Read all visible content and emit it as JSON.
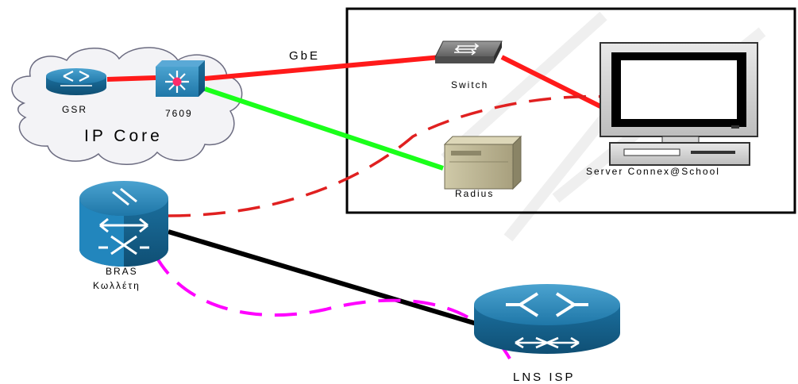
{
  "labels": {
    "gsr": "GSR",
    "c7609": "7609",
    "ip_core": "IP Core",
    "gbe": "GbE",
    "switch": "Switch",
    "radius": "Radius",
    "server": "Server Connex@School",
    "bras_line1": "BRAS",
    "bras_line2": "Κωλλέτη",
    "lns": "LNS ISP"
  },
  "icons": {
    "gsr": "router-icon",
    "c7609": "layer3-switch-icon",
    "switch": "workgroup-switch-icon",
    "radius": "server-icon",
    "server": "computer-icon",
    "bras": "atm-switch-icon",
    "lns": "router-icon"
  },
  "colors": {
    "device_blue": "#1f77a8",
    "link_red": "#ff1a1a",
    "link_green": "#1aff1a",
    "link_black": "#000000",
    "tunnel_red": "#e02020",
    "tunnel_magenta": "#ff00ff"
  }
}
